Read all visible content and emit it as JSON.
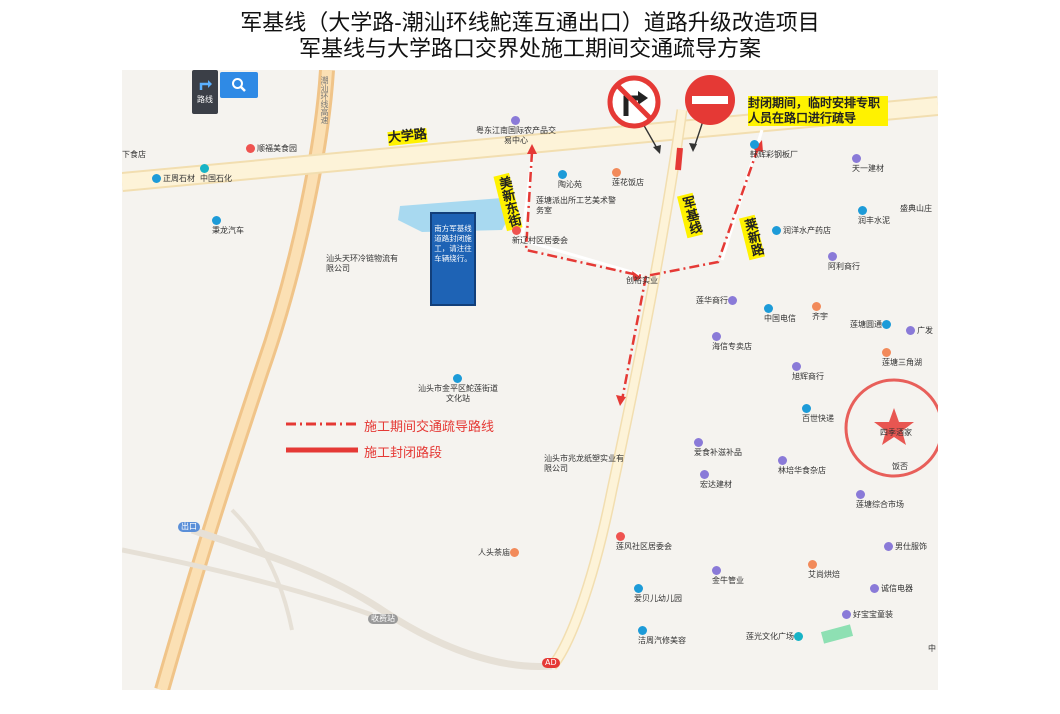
{
  "title": {
    "line1": "军基线（大学路-潮汕环线鮀莲互通出口）道路升级改造项目",
    "line2": "军基线与大学路口交界处施工期间交通疏导方案"
  },
  "toolbar": {
    "route_label": "路线",
    "search_icon_glyph": "🔍"
  },
  "road_labels": {
    "daxue": "大学路",
    "meixin": "美新东街",
    "junji": "军基线",
    "laixin": "莱新路",
    "ring_expressway": "潮汕环线高速"
  },
  "notice": "封闭期间，临时安排专职人员在路口进行疏导",
  "sign_text": "南方军基线道路封闭施工，请注往车辆绕行。",
  "legend": {
    "detour_route": "施工期间交通疏导路线",
    "closed_section": "施工封闭路段"
  },
  "colors": {
    "road": "#fdf3d8",
    "road_border": "#f2deb0",
    "expressway": "#f6c58a",
    "water": "#a8d9f0",
    "route_red": "#e53935",
    "sign_blue": "#1e63b5",
    "highlight_yellow": "#fff200",
    "seal_red": "#e53935"
  },
  "pois": {
    "p1": "下食店",
    "p2": "顺福美食园",
    "p3": "中国石化",
    "p4": "正周石材",
    "p5": "粤东江南国际农产品交易中心",
    "p6": "陶沁苑",
    "p7": "莲塘派出所工艺美术警务室",
    "p8": "莲花饭店",
    "p9": "韩辉彩钢板厂",
    "p10": "天一建材",
    "p11": "盛典山庄",
    "p12": "润丰水泥",
    "p13": "秉龙汽车",
    "p14": "汕头天环冷链物流有限公司",
    "p15": "新辽村区居委会",
    "p16": "润洋水产药店",
    "p17": "阿利商行",
    "p18": "创裕实业",
    "p19": "莲华商行",
    "p20": "中国电信",
    "p21": "齐宇",
    "p22": "莲塘圆通",
    "p23": "广发",
    "p24": "海信专卖店",
    "p25": "莲塘三角湖",
    "p26": "旭辉商行",
    "p27": "汕头市金平区鮀莲街道文化站",
    "p28": "百世快递",
    "p29": "四季酒家",
    "p30": "汕头市兆龙纸塑实业有限公司",
    "p31": "爱食补滋补品",
    "p32": "宏达建材",
    "p33": "林培华食杂店",
    "p34": "莲塘综合市场",
    "p35": "饭否",
    "p36": "人头茶庙",
    "p37": "莲风社区居委会",
    "p38": "男仕服饰",
    "p39": "艾尚烘焙",
    "p40": "金牛管业",
    "p41": "诚信电器",
    "p42": "爱贝儿幼儿园",
    "p43": "好宝宝童装",
    "p44": "洁周汽修美容",
    "p45": "莲光文化广场",
    "p46": "中"
  },
  "minor_labels": {
    "exit": "出口",
    "toll": "收费站",
    "ad": "AD"
  }
}
